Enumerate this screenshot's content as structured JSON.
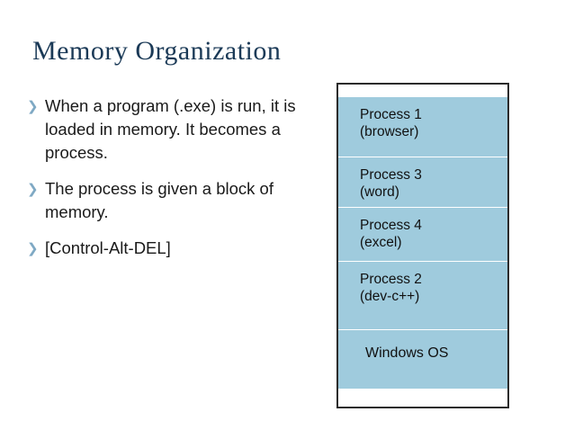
{
  "slide": {
    "title": "Memory Organization",
    "bullet_marker": "❯",
    "bullets": [
      "When a program (.exe) is run, it is loaded in memory.  It becomes a process.",
      "The process is given a block of memory.",
      "[Control-Alt-DEL]"
    ],
    "memory_map": {
      "block_color": "#9fcbdd",
      "border_color": "#2b2b2b",
      "blocks": [
        {
          "line1": "Process 1",
          "line2": "(browser)",
          "height": 66
        },
        {
          "line1": "Process 3",
          "line2": "(word)",
          "height": 56
        },
        {
          "line1": "Process 4",
          "line2": "(excel)",
          "height": 60
        },
        {
          "line1": "Process 2",
          "line2": "(dev-c++)",
          "height": 76
        },
        {
          "line1": "Windows OS",
          "line2": "",
          "height": 66
        }
      ]
    }
  }
}
